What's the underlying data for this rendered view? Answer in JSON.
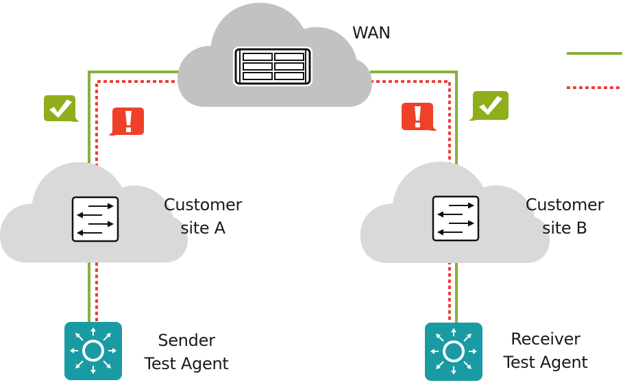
{
  "colors": {
    "ok_link": "#86b03a",
    "fail_link": "#e8413b",
    "wan_cloud": "#c2c2c2",
    "site_cloud": "#d9d9d9",
    "ok_badge": "#8fae1b",
    "fail_badge": "#ee4128",
    "agent": "#1a9ba3",
    "icon_stroke": "#111111"
  },
  "nodes": {
    "wan": {
      "label": "WAN",
      "icon": "server-rack-icon"
    },
    "site_a": {
      "label_line1": "Customer",
      "label_line2": "site A",
      "icon": "switch-icon"
    },
    "site_b": {
      "label_line1": "Customer",
      "label_line2": "site B",
      "icon": "switch-icon"
    },
    "sender": {
      "label_line1": "Sender",
      "label_line2": "Test Agent",
      "icon": "test-agent-icon"
    },
    "receiver": {
      "label_line1": "Receiver",
      "label_line2": "Test Agent",
      "icon": "test-agent-icon"
    }
  },
  "links": [
    {
      "name": "ok-path",
      "style": "solid",
      "status": "ok"
    },
    {
      "name": "fail-path",
      "style": "dotted",
      "status": "fail"
    }
  ],
  "badges": [
    {
      "name": "site-a-ok-badge",
      "status": "ok",
      "icon": "checkmark-icon"
    },
    {
      "name": "site-a-fail-badge",
      "status": "fail",
      "icon": "exclamation-icon"
    },
    {
      "name": "site-b-fail-badge",
      "status": "fail",
      "icon": "exclamation-icon"
    },
    {
      "name": "site-b-ok-badge",
      "status": "ok",
      "icon": "checkmark-icon"
    }
  ],
  "legend": [
    {
      "style": "solid",
      "status": "ok"
    },
    {
      "style": "dotted",
      "status": "fail"
    }
  ]
}
